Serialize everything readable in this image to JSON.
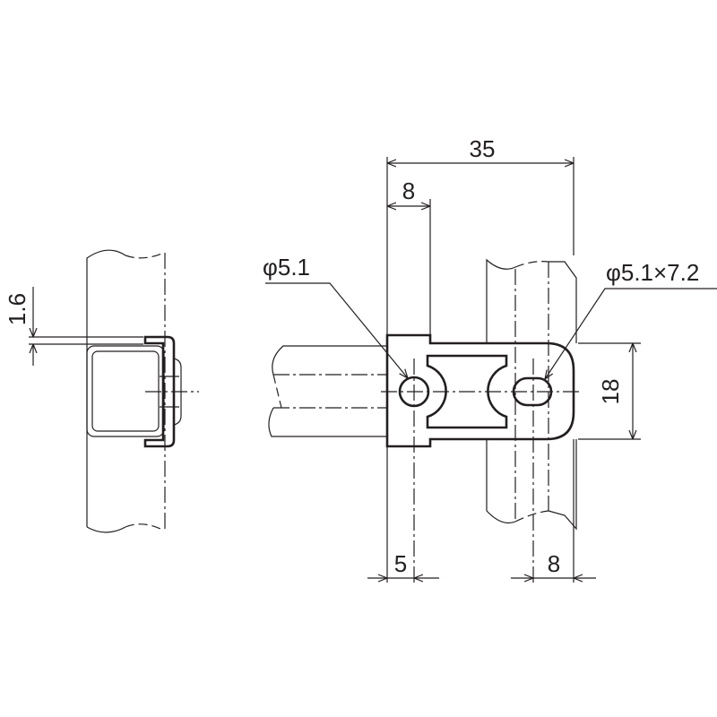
{
  "dimensions": {
    "overall_length": "35",
    "tab_width": "8",
    "hole_offset": "5",
    "slot_offset": "8",
    "plate_height": "18",
    "thickness": "1.6"
  },
  "callouts": {
    "round_hole": "φ5.1",
    "slot_hole": "φ5.1×7.2"
  }
}
